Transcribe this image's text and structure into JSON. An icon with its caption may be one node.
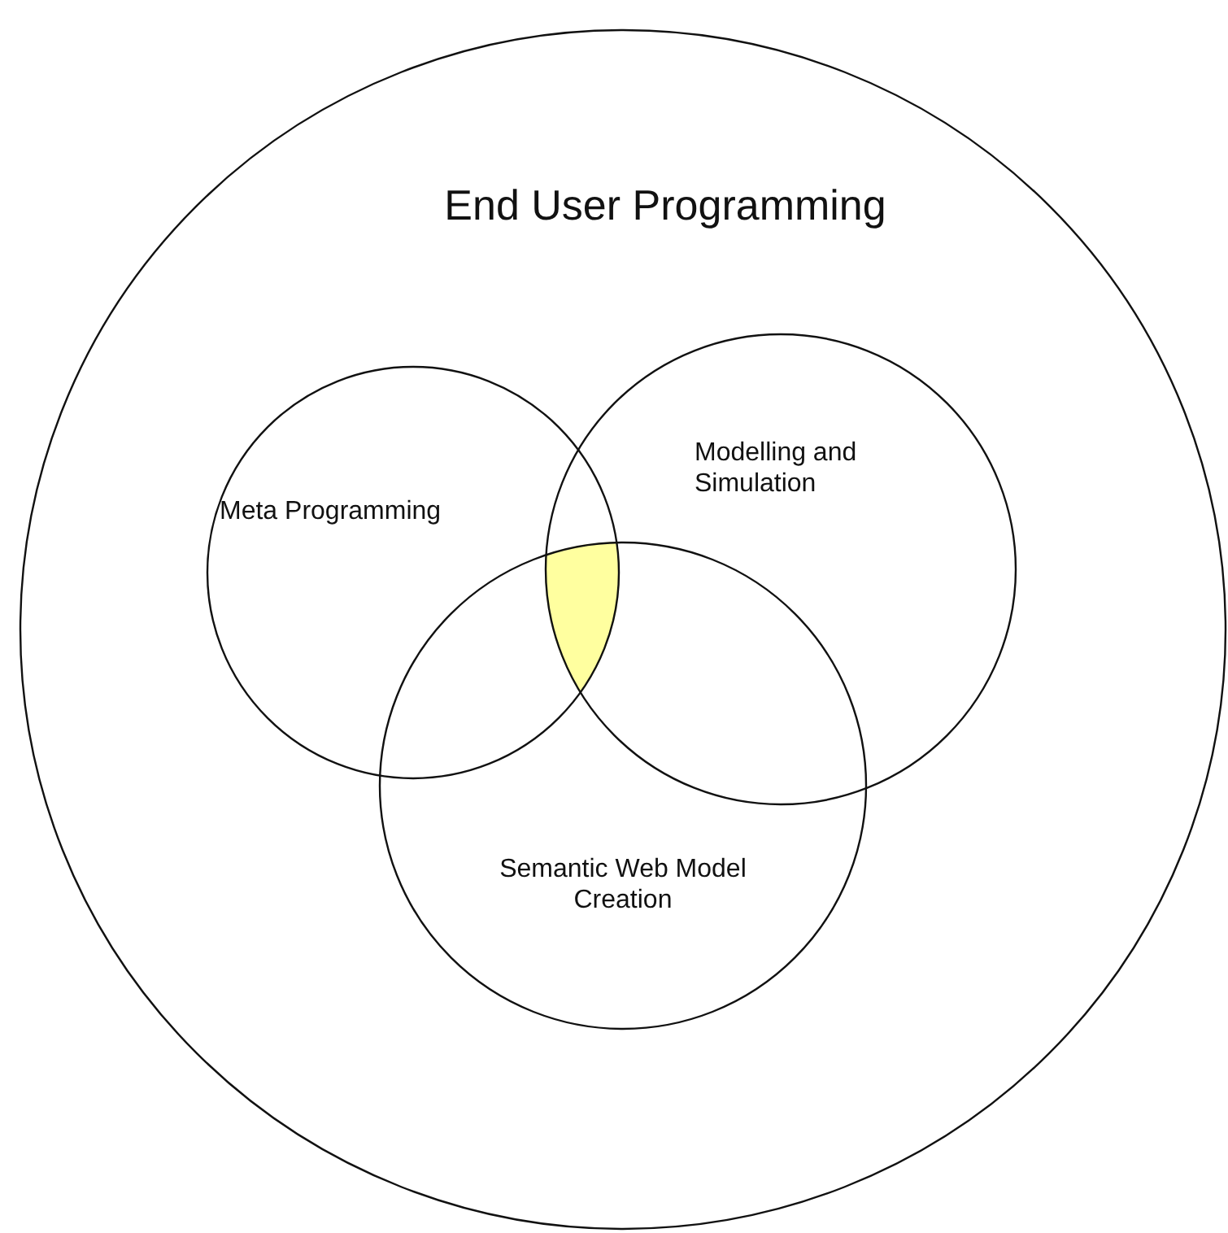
{
  "diagram": {
    "nodes": [
      {
        "text": [
          "End User Programming"
        ]
      },
      {
        "text": [
          "Meta Programming"
        ],
        "in": 0
      },
      {
        "text": [
          "Modelling and Simulation"
        ],
        "in": 0
      },
      {
        "text": [
          "Semantic Web Model Creation"
        ],
        "in": 0
      }
    ]
  }
}
